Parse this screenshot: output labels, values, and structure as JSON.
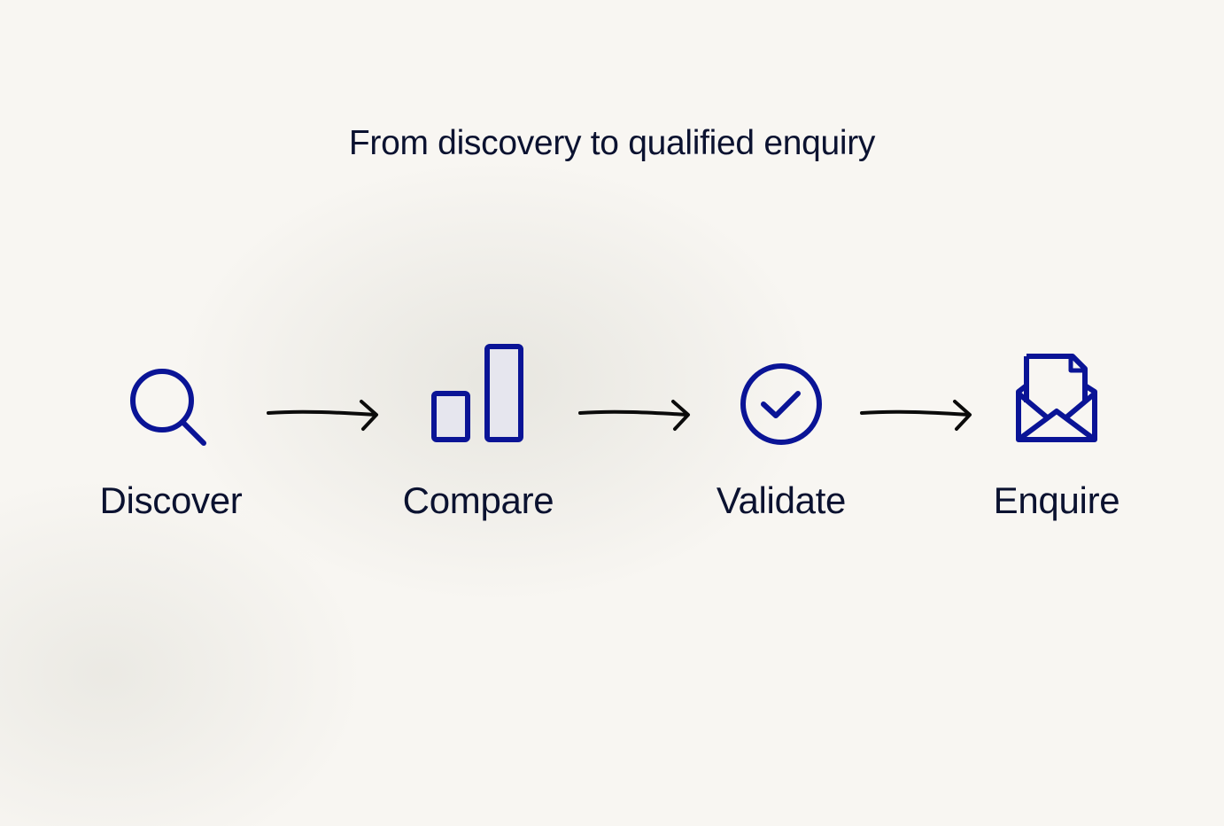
{
  "title": "From discovery to qualified enquiry",
  "steps": [
    {
      "label": "Discover",
      "icon": "search-icon"
    },
    {
      "label": "Compare",
      "icon": "bar-chart-icon"
    },
    {
      "label": "Validate",
      "icon": "check-circle-icon"
    },
    {
      "label": "Enquire",
      "icon": "envelope-letter-icon"
    }
  ],
  "colors": {
    "icon": "#0a1496",
    "text": "#0b1230",
    "arrow": "#0b0b0b",
    "background": "#f8f6f2",
    "bar_fill": "#e6e6ee"
  }
}
